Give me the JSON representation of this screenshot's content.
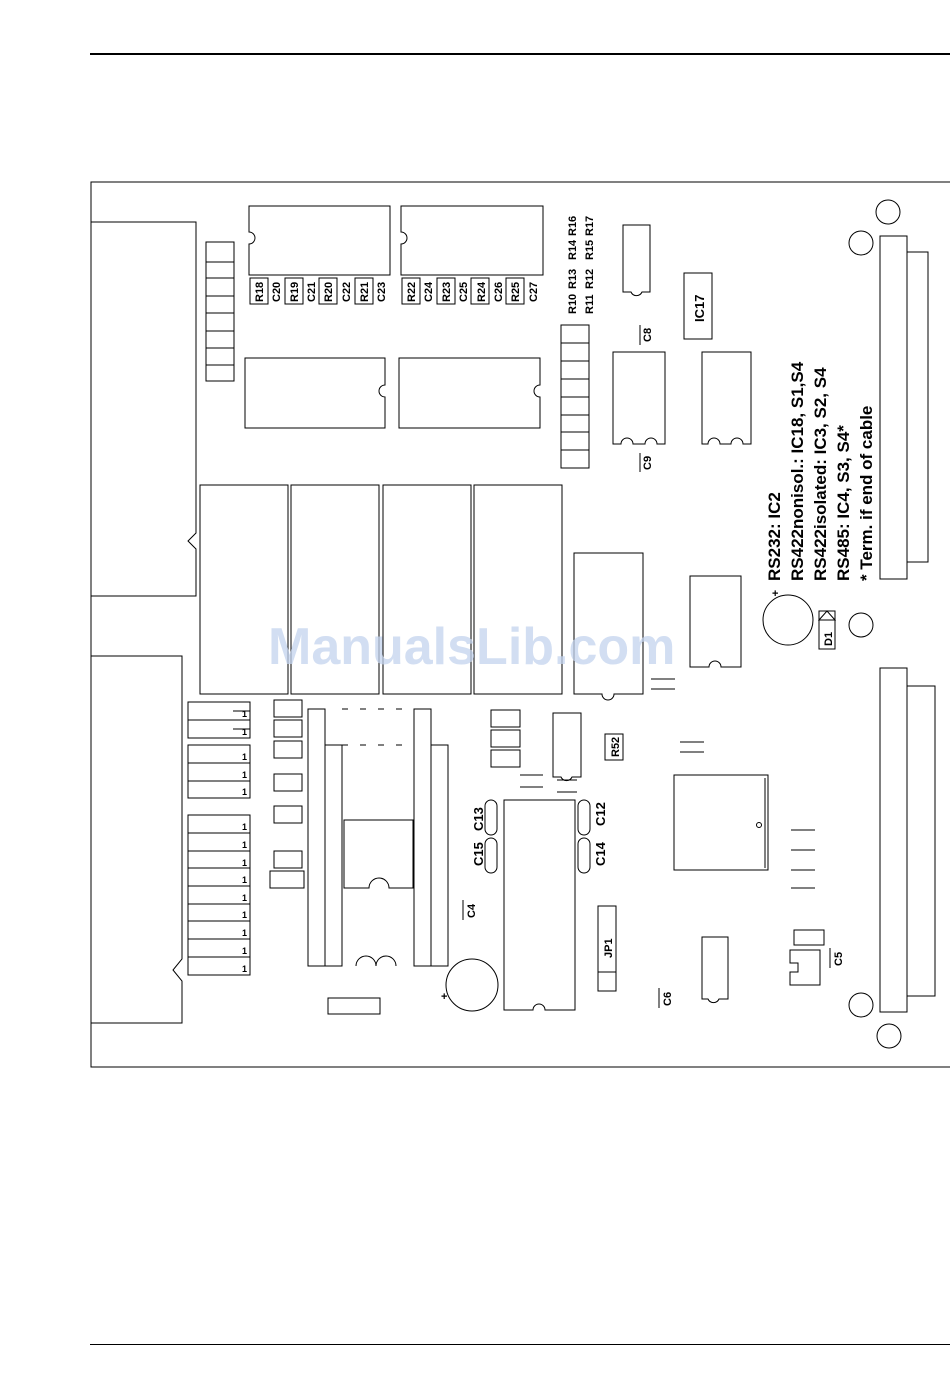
{
  "watermark": "ManualsLib.com",
  "notes": [
    "RS232: IC2",
    "RS422nonisol.: IC18, S1,S4",
    "RS422isolated: IC3, S2, S4",
    "RS485: IC4, S3, S4*",
    "* Term. if end of cable"
  ],
  "labels": {
    "R18": "R18",
    "C20": "C20",
    "R19": "R19",
    "C21": "C21",
    "R20": "R20",
    "C22": "C22",
    "R21": "R21",
    "C23": "C23",
    "R22": "R22",
    "C24": "C24",
    "R23": "R23",
    "C25": "C25",
    "R24": "R24",
    "C26": "C26",
    "R25": "R25",
    "C27": "C27",
    "R10": "R10",
    "R13": "R13",
    "R14": "R14",
    "R16": "R16",
    "R11": "R11",
    "R12": "R12",
    "R15": "R15",
    "R17": "R17",
    "IC17": "IC17",
    "C8": "C8",
    "C9": "C9",
    "D1": "D1",
    "R52": "R52",
    "C13": "C13",
    "C15": "C15",
    "C12": "C12",
    "C14": "C14",
    "C4": "C4",
    "JP1": "JP1",
    "C6": "C6",
    "C5": "C5"
  },
  "terminal_pin_mark": "1"
}
